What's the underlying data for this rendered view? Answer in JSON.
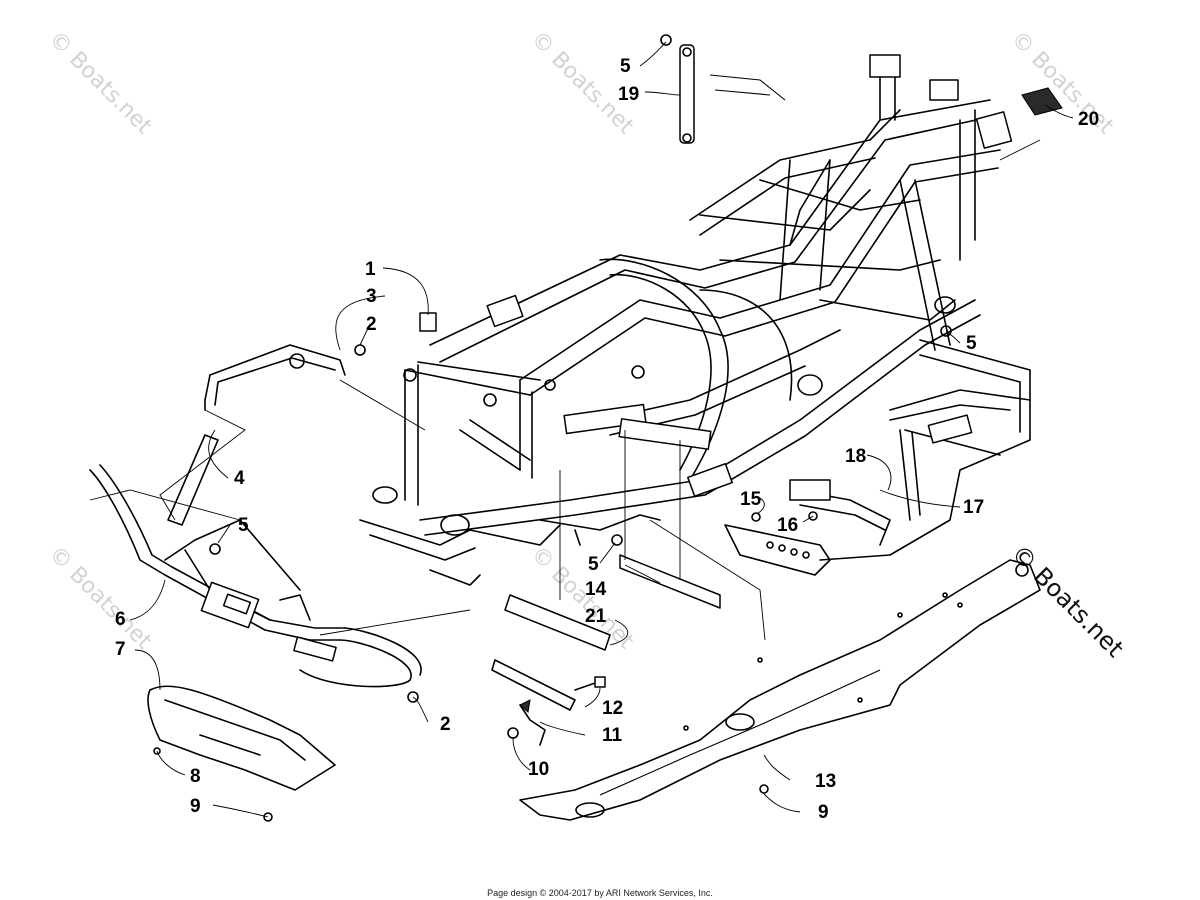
{
  "watermark_text": "© Boats.net",
  "callouts": {
    "c1": "1",
    "c2a": "2",
    "c2b": "2",
    "c3": "3",
    "c4": "4",
    "c5a": "5",
    "c5b": "5",
    "c5c": "5",
    "c5d": "5",
    "c6": "6",
    "c7": "7",
    "c8": "8",
    "c9a": "9",
    "c9b": "9",
    "c10": "10",
    "c11": "11",
    "c12": "12",
    "c13": "13",
    "c14": "14",
    "c15": "15",
    "c16": "16",
    "c17": "17",
    "c18": "18",
    "c19": "19",
    "c20": "20",
    "c21": "21"
  },
  "footer": "Page design © 2004-2017 by ARI Network Services, Inc."
}
